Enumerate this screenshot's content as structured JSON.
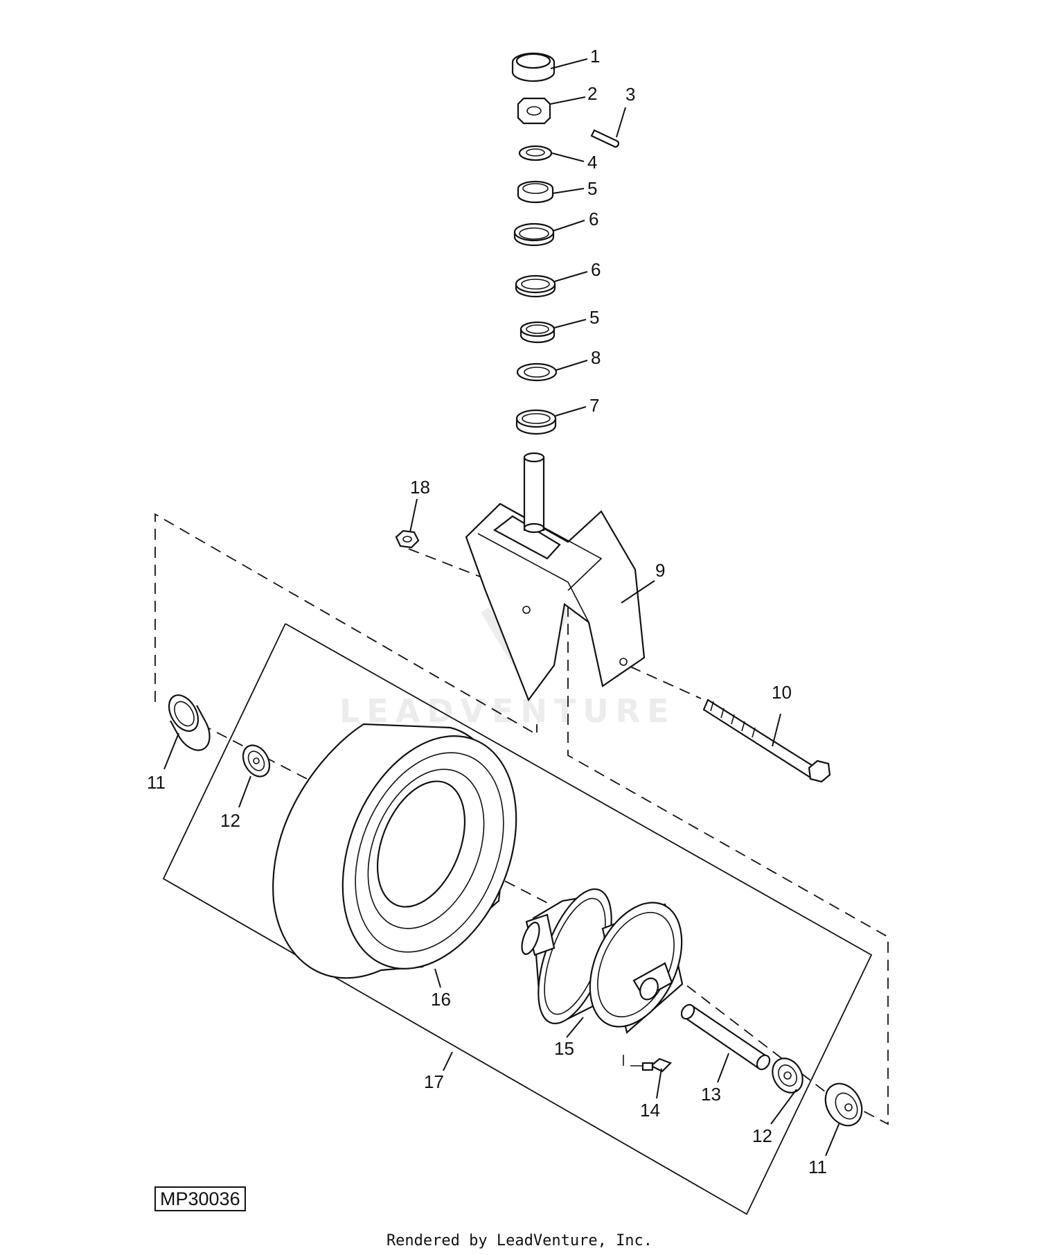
{
  "watermark_text": "LEADVENTURE",
  "figure_id": "MP30036",
  "credit": "Rendered by LeadVenture, Inc.",
  "callouts": [
    {
      "id": "c1",
      "text": "1"
    },
    {
      "id": "c2",
      "text": "2"
    },
    {
      "id": "c3",
      "text": "3"
    },
    {
      "id": "c4",
      "text": "4"
    },
    {
      "id": "c5a",
      "text": "5"
    },
    {
      "id": "c6a",
      "text": "6"
    },
    {
      "id": "c6b",
      "text": "6"
    },
    {
      "id": "c5b",
      "text": "5"
    },
    {
      "id": "c8",
      "text": "8"
    },
    {
      "id": "c7",
      "text": "7"
    },
    {
      "id": "c18",
      "text": "18"
    },
    {
      "id": "c9",
      "text": "9"
    },
    {
      "id": "c10",
      "text": "10"
    },
    {
      "id": "c11a",
      "text": "11"
    },
    {
      "id": "c12a",
      "text": "12"
    },
    {
      "id": "c16",
      "text": "16"
    },
    {
      "id": "c15",
      "text": "15"
    },
    {
      "id": "c17",
      "text": "17"
    },
    {
      "id": "c14",
      "text": "14"
    },
    {
      "id": "c13",
      "text": "13"
    },
    {
      "id": "c12b",
      "text": "12"
    },
    {
      "id": "c11b",
      "text": "11"
    }
  ]
}
